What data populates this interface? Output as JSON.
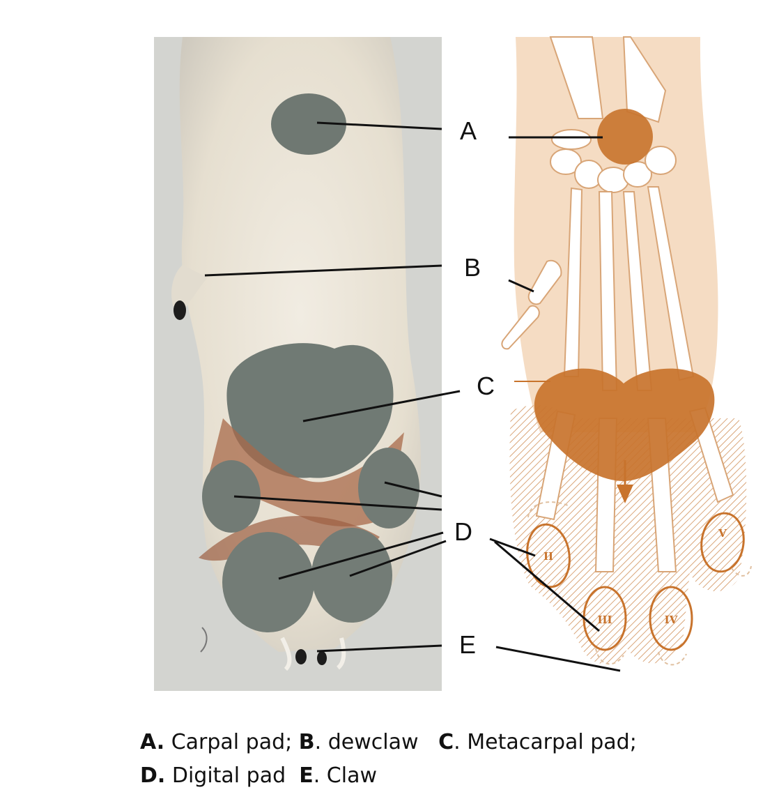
{
  "labels": {
    "a": "A",
    "b": "B",
    "c": "C",
    "d": "D",
    "e": "E"
  },
  "digits": [
    "II",
    "III",
    "IV",
    "V"
  ],
  "legend": {
    "a_key": "A.",
    "a_text": " Carpal pad; ",
    "b_key": "B",
    "b_text": ". dewclaw   ",
    "c_key": "C",
    "c_text": ". Metacarpal pad;",
    "d_key": "D.",
    "d_text": " Digital pad  ",
    "e_key": "E",
    "e_text": ". Claw"
  },
  "colors": {
    "pad_orange": "#c8732c",
    "skin_tint": "#f5dcc3",
    "photo_fur": "#e9e3d6",
    "pad_gray": "#6f7872"
  }
}
